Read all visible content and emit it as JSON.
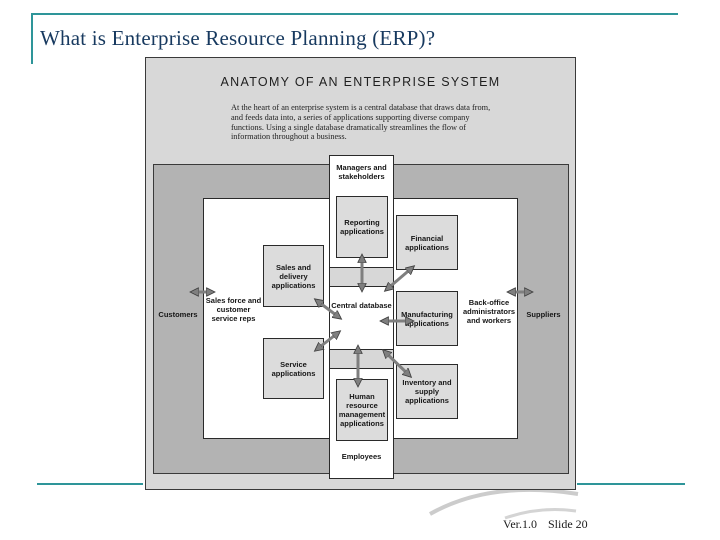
{
  "slide": {
    "title": "What is Enterprise Resource Planning (ERP)?",
    "footer": {
      "version": "Ver.1.0",
      "slide_number": "Slide 20"
    }
  },
  "figure": {
    "title": "ANATOMY OF AN ENTERPRISE SYSTEM",
    "description": "At the heart of an enterprise system is a central database that draws data from, and feeds data into, a series of applications supporting diverse company functions. Using a single database dramatically streamlines the flow of information throughout a business.",
    "central_database": "Central database",
    "applications": {
      "reporting": "Reporting applications",
      "financial": "Financial applications",
      "sales_delivery": "Sales and delivery applications",
      "manufacturing": "Manufacturing applications",
      "service": "Service applications",
      "inventory": "Inventory and supply applications",
      "human_resource": "Human resource management applications"
    },
    "stakeholders": {
      "managers": "Managers and stakeholders",
      "customers": "Customers",
      "sales_force": "Sales force and customer service reps",
      "back_office": "Back-office administrators and workers",
      "suppliers": "Suppliers",
      "employees": "Employees"
    },
    "colors": {
      "accent_teal": "#2e9599",
      "title_navy": "#17395f",
      "figure_bg": "#d8d8d8",
      "ring_bg": "#b3b3b3",
      "box_bg": "#dcdcdc",
      "arrow_gray": "#7f7f7f"
    }
  }
}
